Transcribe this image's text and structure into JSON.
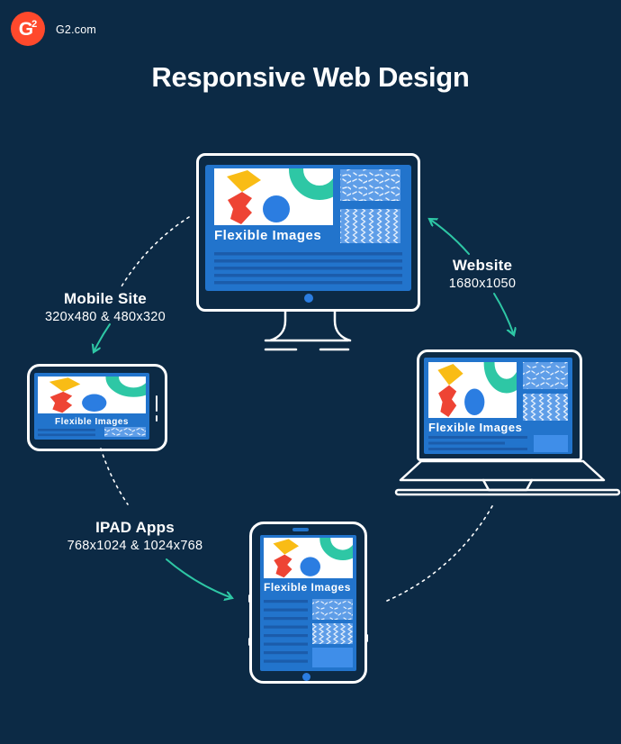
{
  "header": {
    "logo": "G",
    "logo_sup": "2",
    "brand": "G2.com"
  },
  "title": "Responsive Web Design",
  "card_label": "Flexible Images",
  "annotations": {
    "mobile": {
      "title": "Mobile Site",
      "subtitle": "320x480 & 480x320"
    },
    "website": {
      "title": "Website",
      "subtitle": "1680x1050"
    },
    "ipad": {
      "title": "IPAD Apps",
      "subtitle": "768x1024 & 1024x768"
    }
  },
  "colors": {
    "bg": "#0c2a45",
    "logo-red": "#ff492c",
    "screen-blue": "#2274cc",
    "panel-blue": "#5f9ee8",
    "bright-blue": "#3f8ee9",
    "stripe-blue": "#1b5cab",
    "teal": "#2ec7a5",
    "shape-yellow": "#f9bc15",
    "shape-red": "#ee4434",
    "shape-blue": "#2b7de1",
    "outline-white": "#ffffff"
  }
}
